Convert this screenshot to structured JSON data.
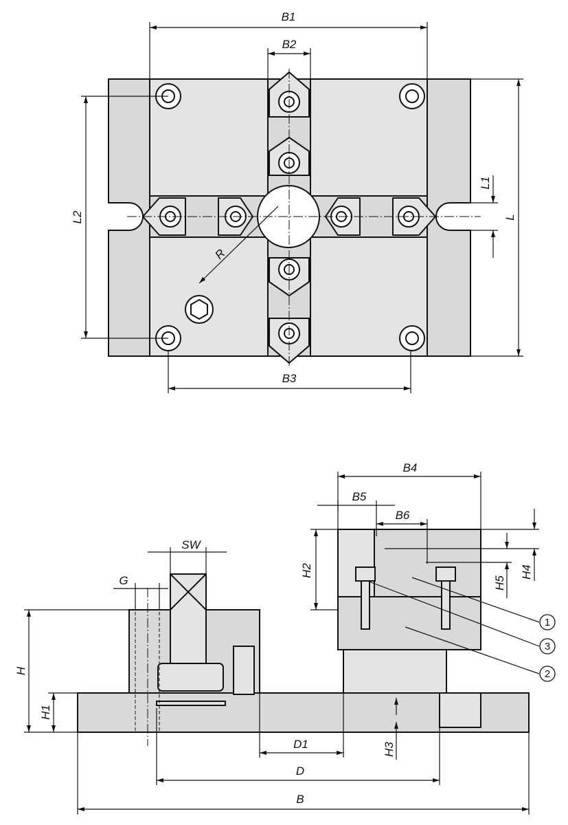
{
  "top_view": {
    "labels": {
      "B1": "B1",
      "B2": "B2",
      "B3": "B3",
      "L": "L",
      "L1": "L1",
      "L2": "L2",
      "R": "R"
    }
  },
  "side_view": {
    "labels": {
      "B4": "B4",
      "B5": "B5",
      "B6": "B6",
      "H2": "H2",
      "H4": "H4",
      "H5": "H5",
      "SW": "SW",
      "G": "G",
      "H": "H",
      "H1": "H1",
      "D1": "D1",
      "H3": "H3",
      "D": "D",
      "B": "B"
    },
    "callouts": [
      "1",
      "3",
      "2"
    ]
  }
}
